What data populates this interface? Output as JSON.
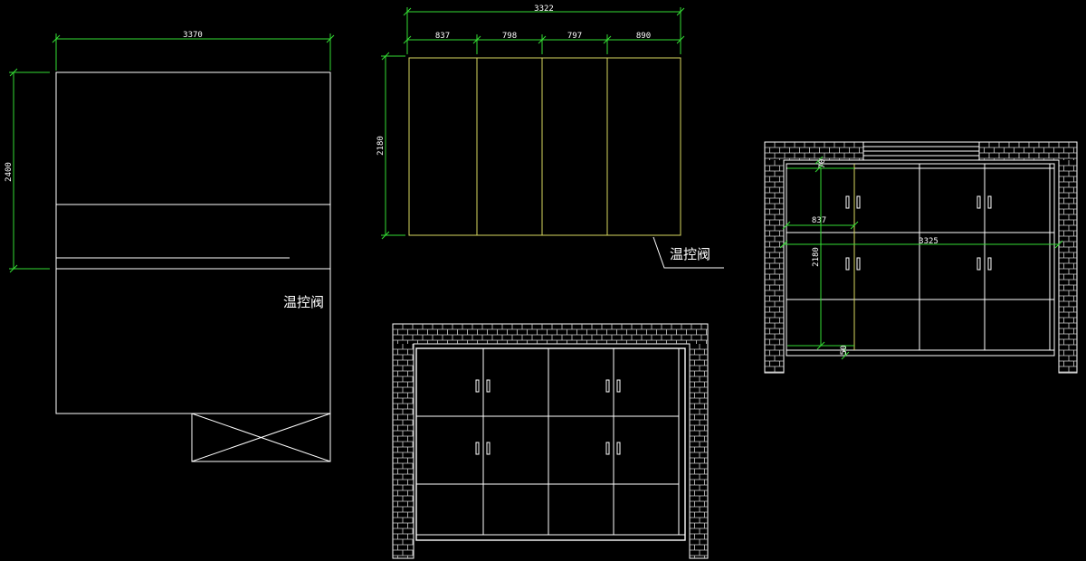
{
  "plan_view": {
    "dim_width": "3370",
    "dim_height": "2400",
    "note": "温控阀"
  },
  "door_elevation": {
    "dim_total": "3322",
    "dim_segments": [
      "837",
      "798",
      "797",
      "890"
    ],
    "dim_height": "2180",
    "note": "温控阀"
  },
  "cabinet_elevation_bottom": {
    "title": ""
  },
  "cabinet_elevation_right": {
    "dim_top": "70",
    "dim_left_width": "837",
    "dim_total_width": "3325",
    "dim_height": "2180",
    "dim_bottom": "50"
  },
  "colors": {
    "background": "#000000",
    "lines": "#ffffff",
    "dimensions": "#33dd33",
    "door_panels": "#d8d860"
  }
}
